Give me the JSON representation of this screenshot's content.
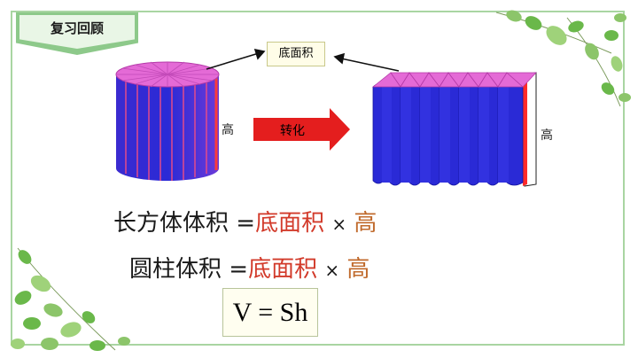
{
  "header": {
    "title": "复习回顾"
  },
  "diagram": {
    "base_label": "底面积",
    "height_label_left": "高",
    "height_label_right": "高",
    "transform_label": "转化"
  },
  "formulas": {
    "cuboid": {
      "lhs": "长方体体积",
      "eq": "=",
      "base": "底面积",
      "times": "×",
      "h": "高"
    },
    "cylinder": {
      "lhs": "圆柱体积",
      "eq": "=",
      "base": "底面积",
      "times": "×",
      "h": "高"
    },
    "final": "V = Sh"
  },
  "colors": {
    "frame": "#a9d5a2",
    "tag": "#8dc98a",
    "cylinder_body": "#2a2ad6",
    "cylinder_top": "#e46ad6",
    "arrow": "#e41e1e",
    "red_text": "#d23a2a",
    "brown_text": "#c06a2c",
    "leaf": "#6ab84a"
  }
}
